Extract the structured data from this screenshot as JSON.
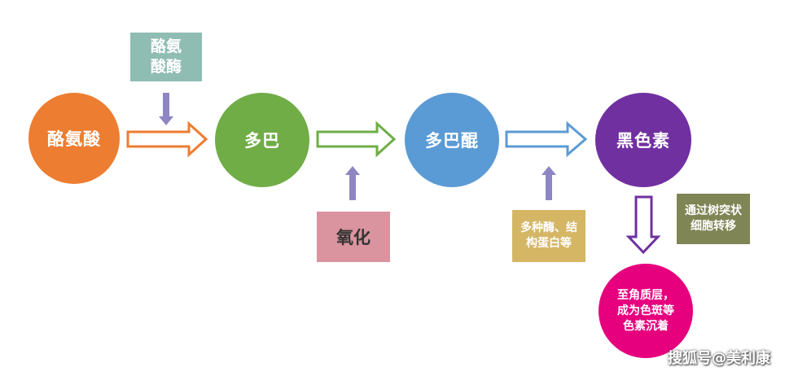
{
  "nodes": {
    "tyrosine": {
      "label": "酪氨酸",
      "color": "#ED7D31"
    },
    "dopa": {
      "label": "多巴",
      "color": "#70AD47"
    },
    "dopaquinone": {
      "label": "多巴醌",
      "color": "#5B9BD5"
    },
    "melanin": {
      "label": "黑色素",
      "color": "#7030A0"
    },
    "result": {
      "label_lines": [
        "至角质层，",
        "成为色斑等",
        "色素沉着"
      ],
      "color": "#E6007E"
    }
  },
  "boxes": {
    "enzyme": {
      "label_lines": [
        "酪氨",
        "酸酶"
      ],
      "color": "#8FBCB3"
    },
    "oxidation": {
      "label": "氧化",
      "color": "#D9949F"
    },
    "enzymes": {
      "label_lines": [
        "多种酶、结",
        "构蛋白等"
      ],
      "color": "#D4B665"
    },
    "transfer": {
      "label_lines": [
        "通过树突状",
        "细胞转移"
      ],
      "color": "#7F8554"
    }
  },
  "colors": {
    "arrow_orange": "#ED7D31",
    "arrow_green": "#70AD47",
    "arrow_blue": "#5B9BD5",
    "arrow_purple": "#7030A0",
    "indicator_arrow": "#8E86C4"
  },
  "watermark": "搜狐号@美利康"
}
